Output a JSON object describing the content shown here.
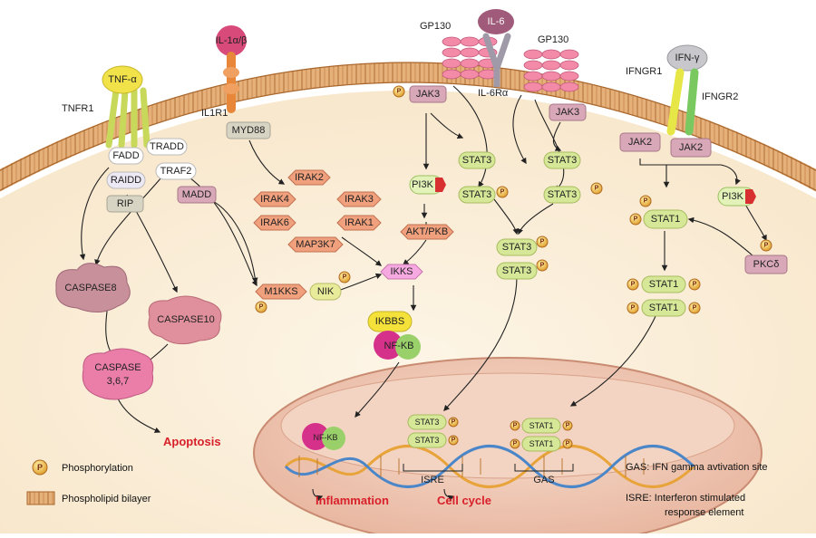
{
  "receptors": {
    "tnf_alpha": "TNF-α",
    "tnfr1": "TNFR1",
    "il1": "IL-1α/β",
    "il1r1": "IL1R1",
    "gp130_left": "GP130",
    "il6": "IL-6",
    "gp130_right": "GP130",
    "il6r": "IL-6Rα",
    "ifn_gamma": "IFN-γ",
    "ifngr1": "IFNGR1",
    "ifngr2": "IFNGR2"
  },
  "nodes": {
    "fadd": "FADD",
    "tradd": "TRADD",
    "raidd": "RAIDD",
    "traf2": "TRAF2",
    "rip": "RIP",
    "madd": "MADD",
    "myd88": "MYD88",
    "irak2": "IRAK2",
    "irak4": "IRAK4",
    "irak3": "IRAK3",
    "irak6": "IRAK6",
    "irak1": "IRAK1",
    "map3k7": "MAP3K7",
    "m1kks": "M1KKS",
    "nik": "NIK",
    "ikks": "IKKS",
    "ikbbs": "IKBBS",
    "nfkb": "NF-KB",
    "jak3_left": "JAK3",
    "jak3_right": "JAK3",
    "pi3k_left": "PI3K",
    "akt": "AKT/PKB",
    "stat3_a": "STAT3",
    "stat3_b": "STAT3",
    "stat3_c": "STAT3",
    "stat3_d": "STAT3",
    "stat3_dimer_top": "STAT3",
    "stat3_dimer_bottom": "STAT3",
    "jak2_left": "JAK2",
    "jak2_right": "JAK2",
    "pi3k_right": "PI3K",
    "pkc": "PKCδ",
    "stat1": "STAT1",
    "stat1_dimer_top": "STAT1",
    "stat1_dimer_bottom": "STAT1",
    "caspase8": "CASPASE8",
    "caspase10": "CASPASE10",
    "caspase367_line1": "CASPASE",
    "caspase367_line2": "3,6,7",
    "nuc_nfkb": "NF-KB",
    "nuc_stat3_top": "STAT3",
    "nuc_stat3_bottom": "STAT3",
    "nuc_stat1_top": "STAT1",
    "nuc_stat1_bottom": "STAT1",
    "isre_box": "ISRE",
    "gas_box": "GAS",
    "phospho": "P"
  },
  "outcomes": {
    "apoptosis": "Apoptosis",
    "inflammation": "Inflammation",
    "cell_cycle": "Cell cycle"
  },
  "legend": {
    "phosphorylation": "Phosphorylation",
    "bilayer": "Phospholipid bilayer",
    "gas": "GAS: IFN gamma avtivation site",
    "isre_line1": "ISRE: Interferon stimulated",
    "isre_line2": "response element"
  }
}
